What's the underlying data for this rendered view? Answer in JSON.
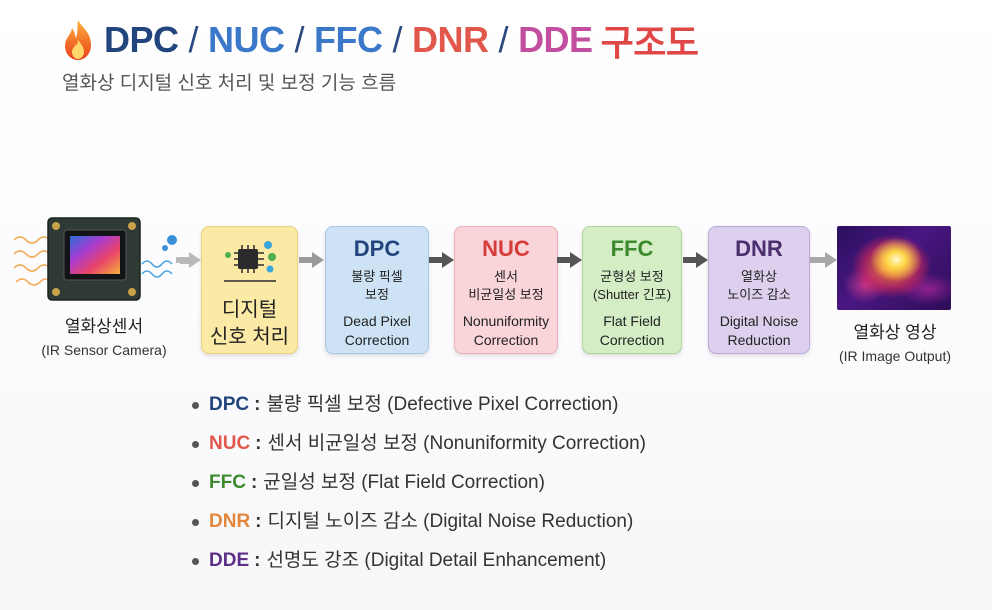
{
  "title": {
    "parts": [
      "DPC",
      "NUC",
      "FFC",
      "DNR",
      "DDE"
    ],
    "separator": "/",
    "suffix": "구조도"
  },
  "subtitle": "열화상 디지털 신호 처리 및 보정 기능 흐름",
  "pipeline": {
    "sensor": {
      "label": "열화상센서",
      "sublabel": "(IR Sensor Camera)"
    },
    "digital": {
      "line1": "디지털",
      "line2": "신호 처리"
    },
    "stages": [
      {
        "abbr": "DPC",
        "ko_line1": "불량 픽셀",
        "ko_line2": "보정",
        "en_line1": "Dead Pixel",
        "en_line2": "Correction"
      },
      {
        "abbr": "NUC",
        "ko_line1": "센서",
        "ko_line2": "비균일성 보정",
        "en_line1": "Nonuniformity",
        "en_line2": "Correction"
      },
      {
        "abbr": "FFC",
        "ko_line1": "균형성 보정",
        "ko_line2": "(Shutter 긴포)",
        "en_line1": "Flat Field",
        "en_line2": "Correction"
      },
      {
        "abbr": "DNR",
        "ko_line1": "열화상",
        "ko_line2": "노이즈 감소",
        "en_line1": "Digital Noise",
        "en_line2": "Reduction"
      }
    ],
    "output": {
      "label": "열화상 영상",
      "sublabel": "(IR Image Output)"
    }
  },
  "legend": [
    {
      "abbr": "DPC",
      "desc": "불량 픽셀 보정 (Defective Pixel Correction)"
    },
    {
      "abbr": "NUC",
      "desc": "센서 비균일성 보정 (Nonuniformity Correction)"
    },
    {
      "abbr": "FFC",
      "desc": "균일성 보정 (Flat Field Correction)"
    },
    {
      "abbr": "DNR",
      "desc": "디지털 노이즈 감소 (Digital Noise Reduction)"
    },
    {
      "abbr": "DDE",
      "desc": "선명도 강조 (Digital Detail Enhancement)"
    }
  ],
  "colors": {
    "dpc": "#23457e",
    "nuc": "#e2574c",
    "ffc": "#3d8a2e",
    "dnr": "#e3853a",
    "dde": "#5d2f86",
    "title_suffix": "#e04848"
  },
  "icons": [
    "flame-icon",
    "camera-sensor-icon",
    "chip-icon",
    "arrow-right-icon",
    "thermal-image-icon"
  ]
}
